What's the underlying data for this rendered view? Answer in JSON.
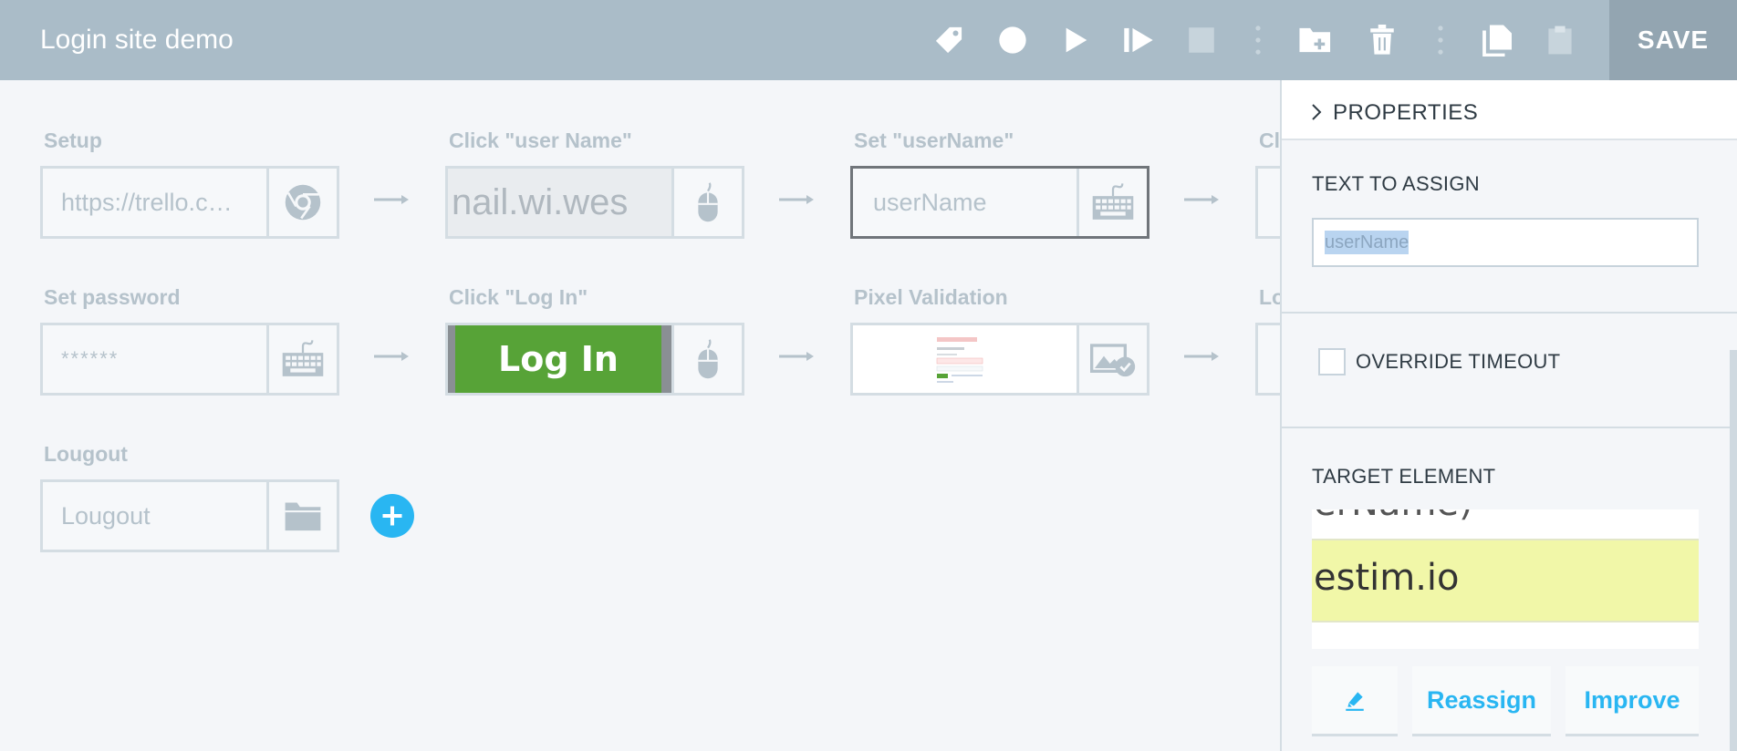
{
  "header": {
    "title": "Login site demo",
    "save_label": "SAVE",
    "toolbar_icons": [
      "tag-icon",
      "record-icon",
      "play-icon",
      "step-play-icon",
      "stop-icon",
      "more-icon",
      "new-folder-icon",
      "delete-icon",
      "more-icon",
      "copy-icon",
      "paste-icon"
    ]
  },
  "steps": {
    "setup": {
      "label": "Setup",
      "value": "https://trello.c…",
      "icon": "browser-icon"
    },
    "click_user_name": {
      "label": "Click \"user Name\"",
      "value": "nail.wi.wes",
      "icon": "mouse-icon"
    },
    "set_username": {
      "label": "Set \"userName\"",
      "value": "userName",
      "icon": "keyboard-icon"
    },
    "next_row1": {
      "label": "Cl"
    },
    "set_password": {
      "label": "Set password",
      "value": "******",
      "icon": "keyboard-icon"
    },
    "click_login": {
      "label": "Click \"Log In\"",
      "value": "Log In",
      "icon": "mouse-icon"
    },
    "pixel_validation": {
      "label": "Pixel Validation",
      "icon": "image-check-icon"
    },
    "next_row2": {
      "label": "Lo"
    },
    "logout": {
      "label": "Lougout",
      "value": "Lougout",
      "icon": "folder-icon"
    }
  },
  "panel": {
    "title": "PROPERTIES",
    "text_to_assign_label": "TEXT TO ASSIGN",
    "text_to_assign_value": "userName",
    "override_timeout_label": "OVERRIDE TIMEOUT",
    "override_timeout_checked": false,
    "target_element_label": "TARGET ELEMENT",
    "target_preview_text": "estim.io",
    "target_preview_cut_text": "erName)",
    "reassign_label": "Reassign",
    "improve_label": "Improve"
  },
  "colors": {
    "header_bg": "#aabcc8",
    "save_bg": "#93a5b1",
    "accent": "#29b6f2",
    "login_button_green": "#57a337",
    "highlight_yellow": "#f1f7a8"
  }
}
